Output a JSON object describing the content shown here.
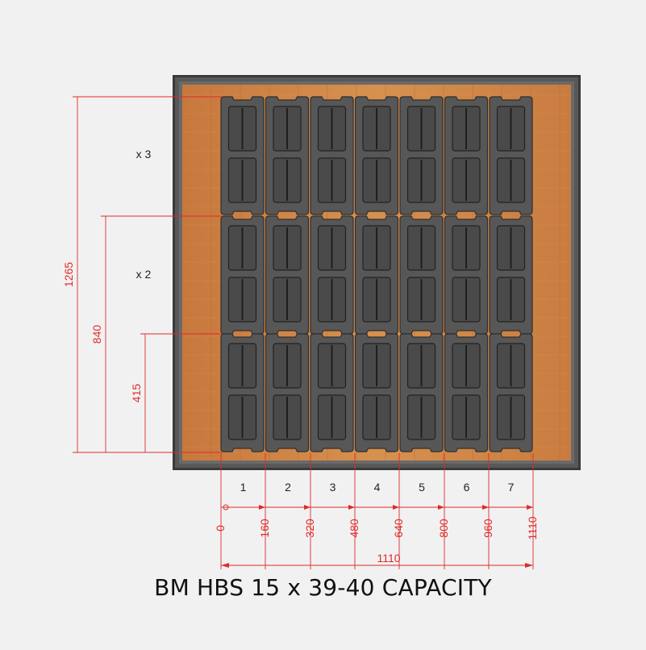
{
  "diagram": {
    "title": "BM HBS 15 x 39-40   CAPACITY",
    "colors": {
      "background": "#f1f1f1",
      "frame": "#585858",
      "wood": "#cd8247",
      "block": "#575757",
      "dimension": "#e12a2a"
    },
    "grid": {
      "columns": 7,
      "rows": 3
    },
    "row_counts": [
      "x 3",
      "x 2"
    ],
    "column_labels": [
      "1",
      "2",
      "3",
      "4",
      "5",
      "6",
      "7"
    ],
    "horizontal_ticks": [
      "0",
      "160",
      "320",
      "480",
      "640",
      "800",
      "960",
      "1110"
    ],
    "horizontal_total": "1110",
    "vertical_dims": [
      "1265",
      "840",
      "415"
    ]
  }
}
